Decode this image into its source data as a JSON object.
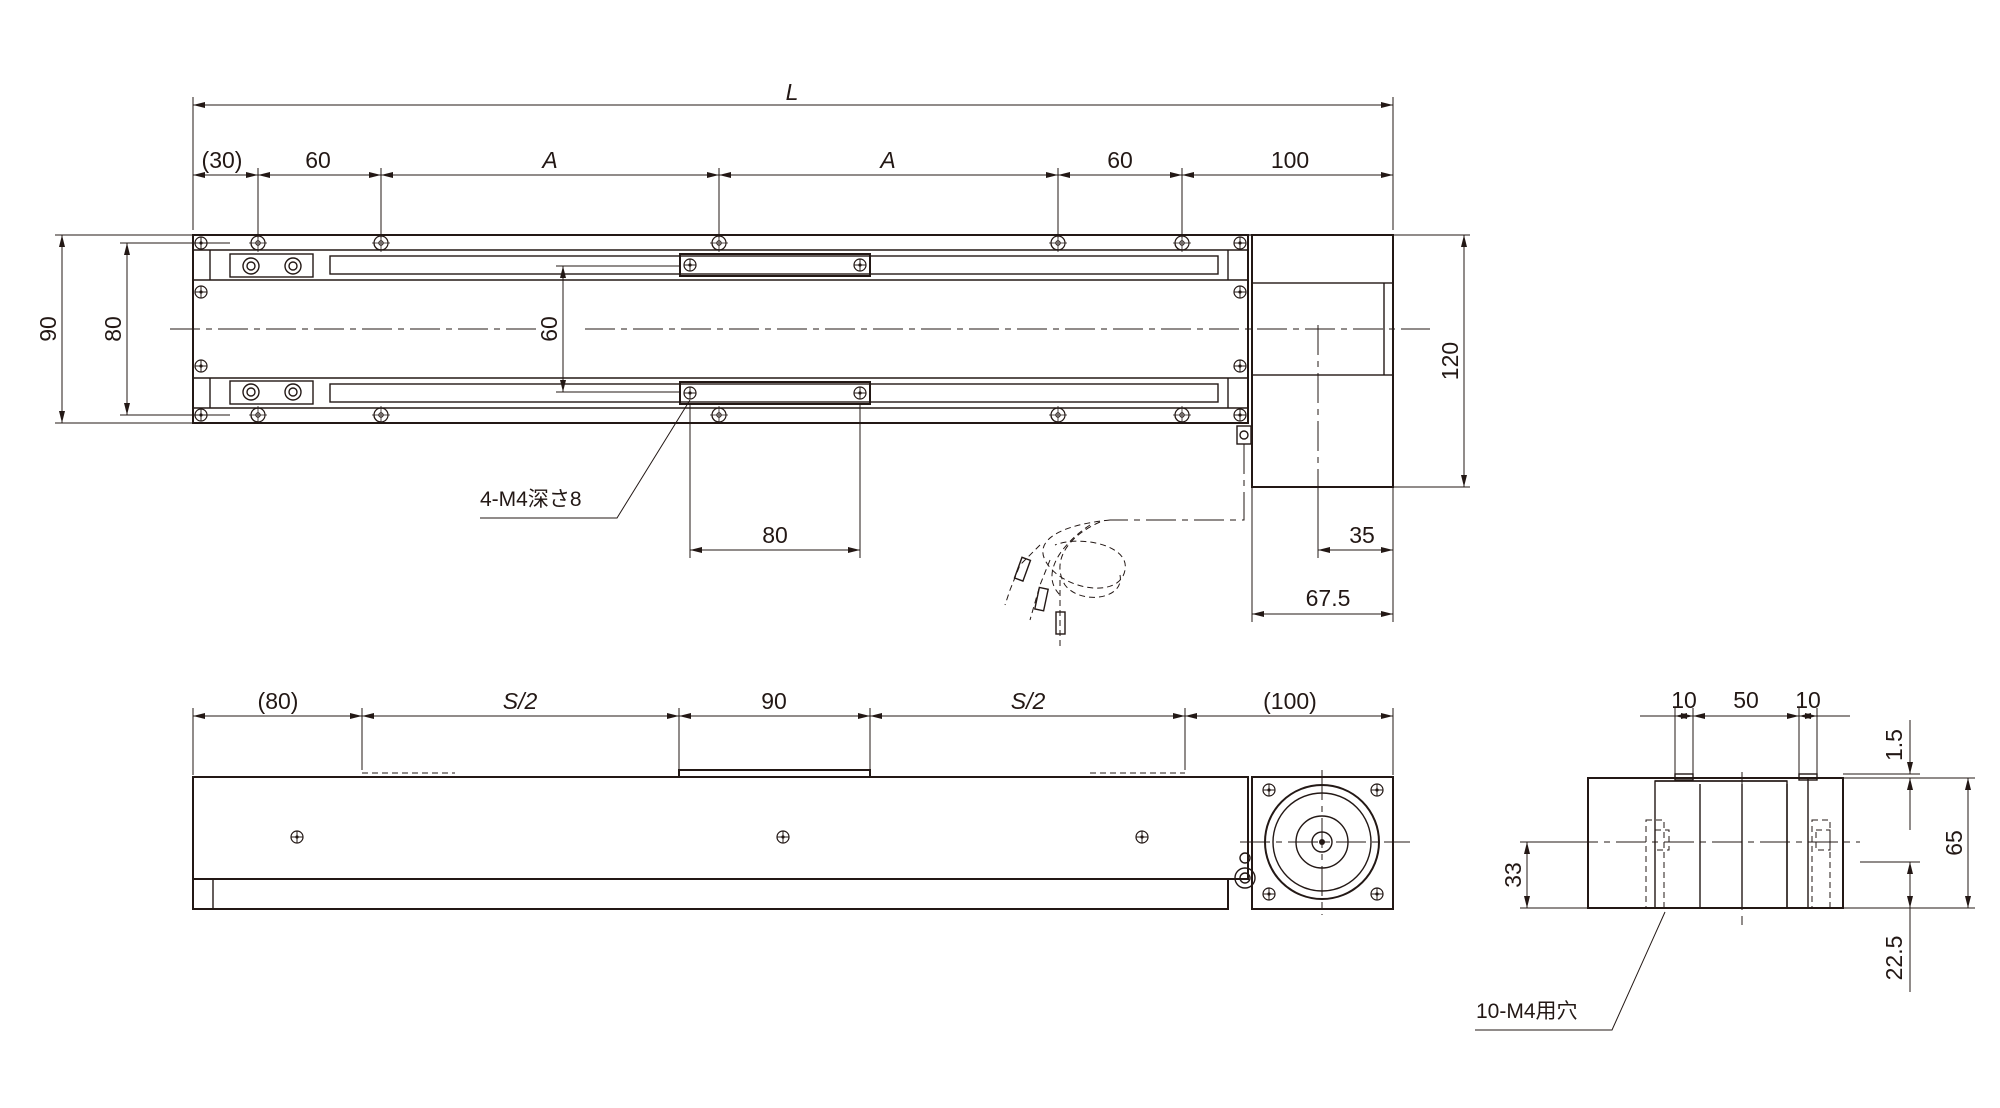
{
  "drawing": {
    "top_view": {
      "overall_length": "L",
      "top_dims": [
        "(30)",
        "60",
        "A",
        "A",
        "60",
        "100"
      ],
      "width_90": "90",
      "width_80": "80",
      "rail_pitch_60": "60",
      "motor_width_120": "120",
      "table_hole_pitch_80": "80",
      "motor_offset_35": "35",
      "motor_length_67_5": "67.5",
      "table_tap_callout": "4-M4深さ8"
    },
    "side_view": {
      "dims": [
        "(80)",
        "S/2",
        "90",
        "S/2",
        "(100)"
      ]
    },
    "end_view": {
      "top_dims": [
        "10",
        "50",
        "10"
      ],
      "offset_1_5": "1.5",
      "height_65": "65",
      "height_33": "33",
      "offset_22_5": "22.5",
      "mount_hole_callout": "10-M4用穴"
    }
  }
}
